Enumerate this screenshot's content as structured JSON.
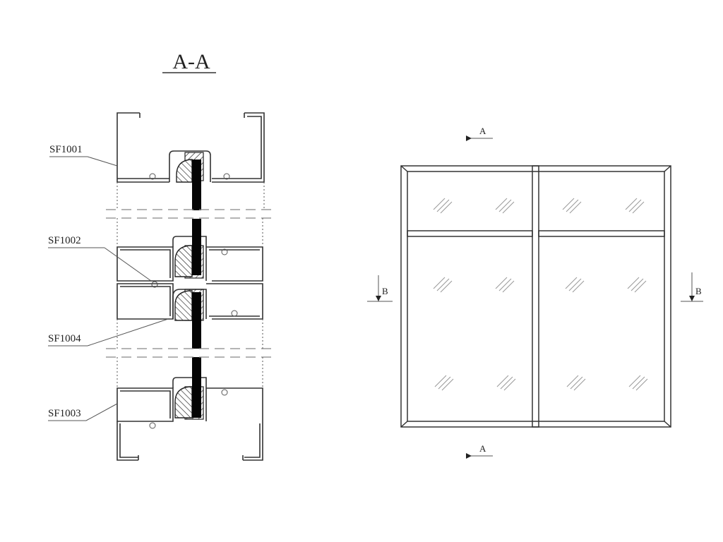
{
  "section": {
    "title": "A-A",
    "parts": [
      {
        "code": "SF1001"
      },
      {
        "code": "SF1002"
      },
      {
        "code": "SF1004"
      },
      {
        "code": "SF1003"
      }
    ]
  },
  "elevation": {
    "cut_marks": {
      "top": "A",
      "bottom": "A",
      "left": "B",
      "right": "B"
    }
  }
}
